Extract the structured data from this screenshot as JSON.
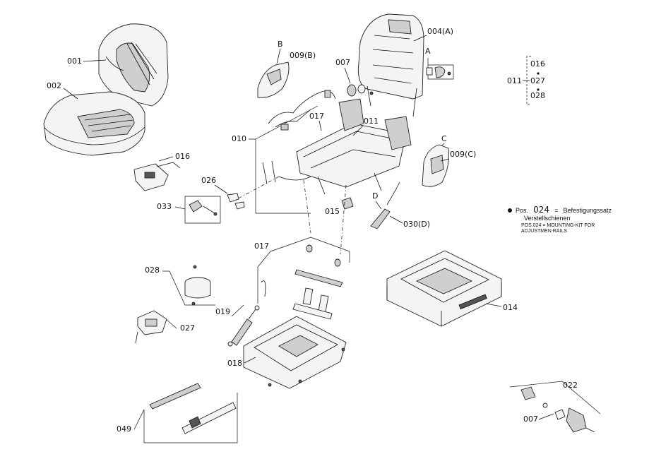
{
  "labels": {
    "p001": "001",
    "p002": "002",
    "p004a": "004(A)",
    "p007_top": "007",
    "p007_bottom": "007",
    "p009b": "009(B)",
    "p009c": "009(C)",
    "p010": "010",
    "p011_center": "011",
    "p011_right": "011",
    "p014": "014",
    "p015": "015",
    "p016": "016",
    "p017_top": "017",
    "p017_mid": "017",
    "p018": "018",
    "p019": "019",
    "p022": "022",
    "p026": "026",
    "p027": "027",
    "p028": "028",
    "p030d": "030(D)",
    "p033": "033",
    "p049": "049"
  },
  "letters": {
    "a": "A",
    "b": "B",
    "c": "C",
    "d": "D"
  },
  "kit_group": {
    "items": [
      "016",
      "027",
      "028"
    ]
  },
  "note": {
    "pos_prefix": "Pos.",
    "pos_number": "024",
    "equals": "=",
    "german_line1": "Befestigungssatz",
    "german_line2": "Verstellschienen",
    "english_line1": "POS.024 = MOUNTING-KIT FOR",
    "english_line2": "ADJUSTMEN RAILS"
  }
}
